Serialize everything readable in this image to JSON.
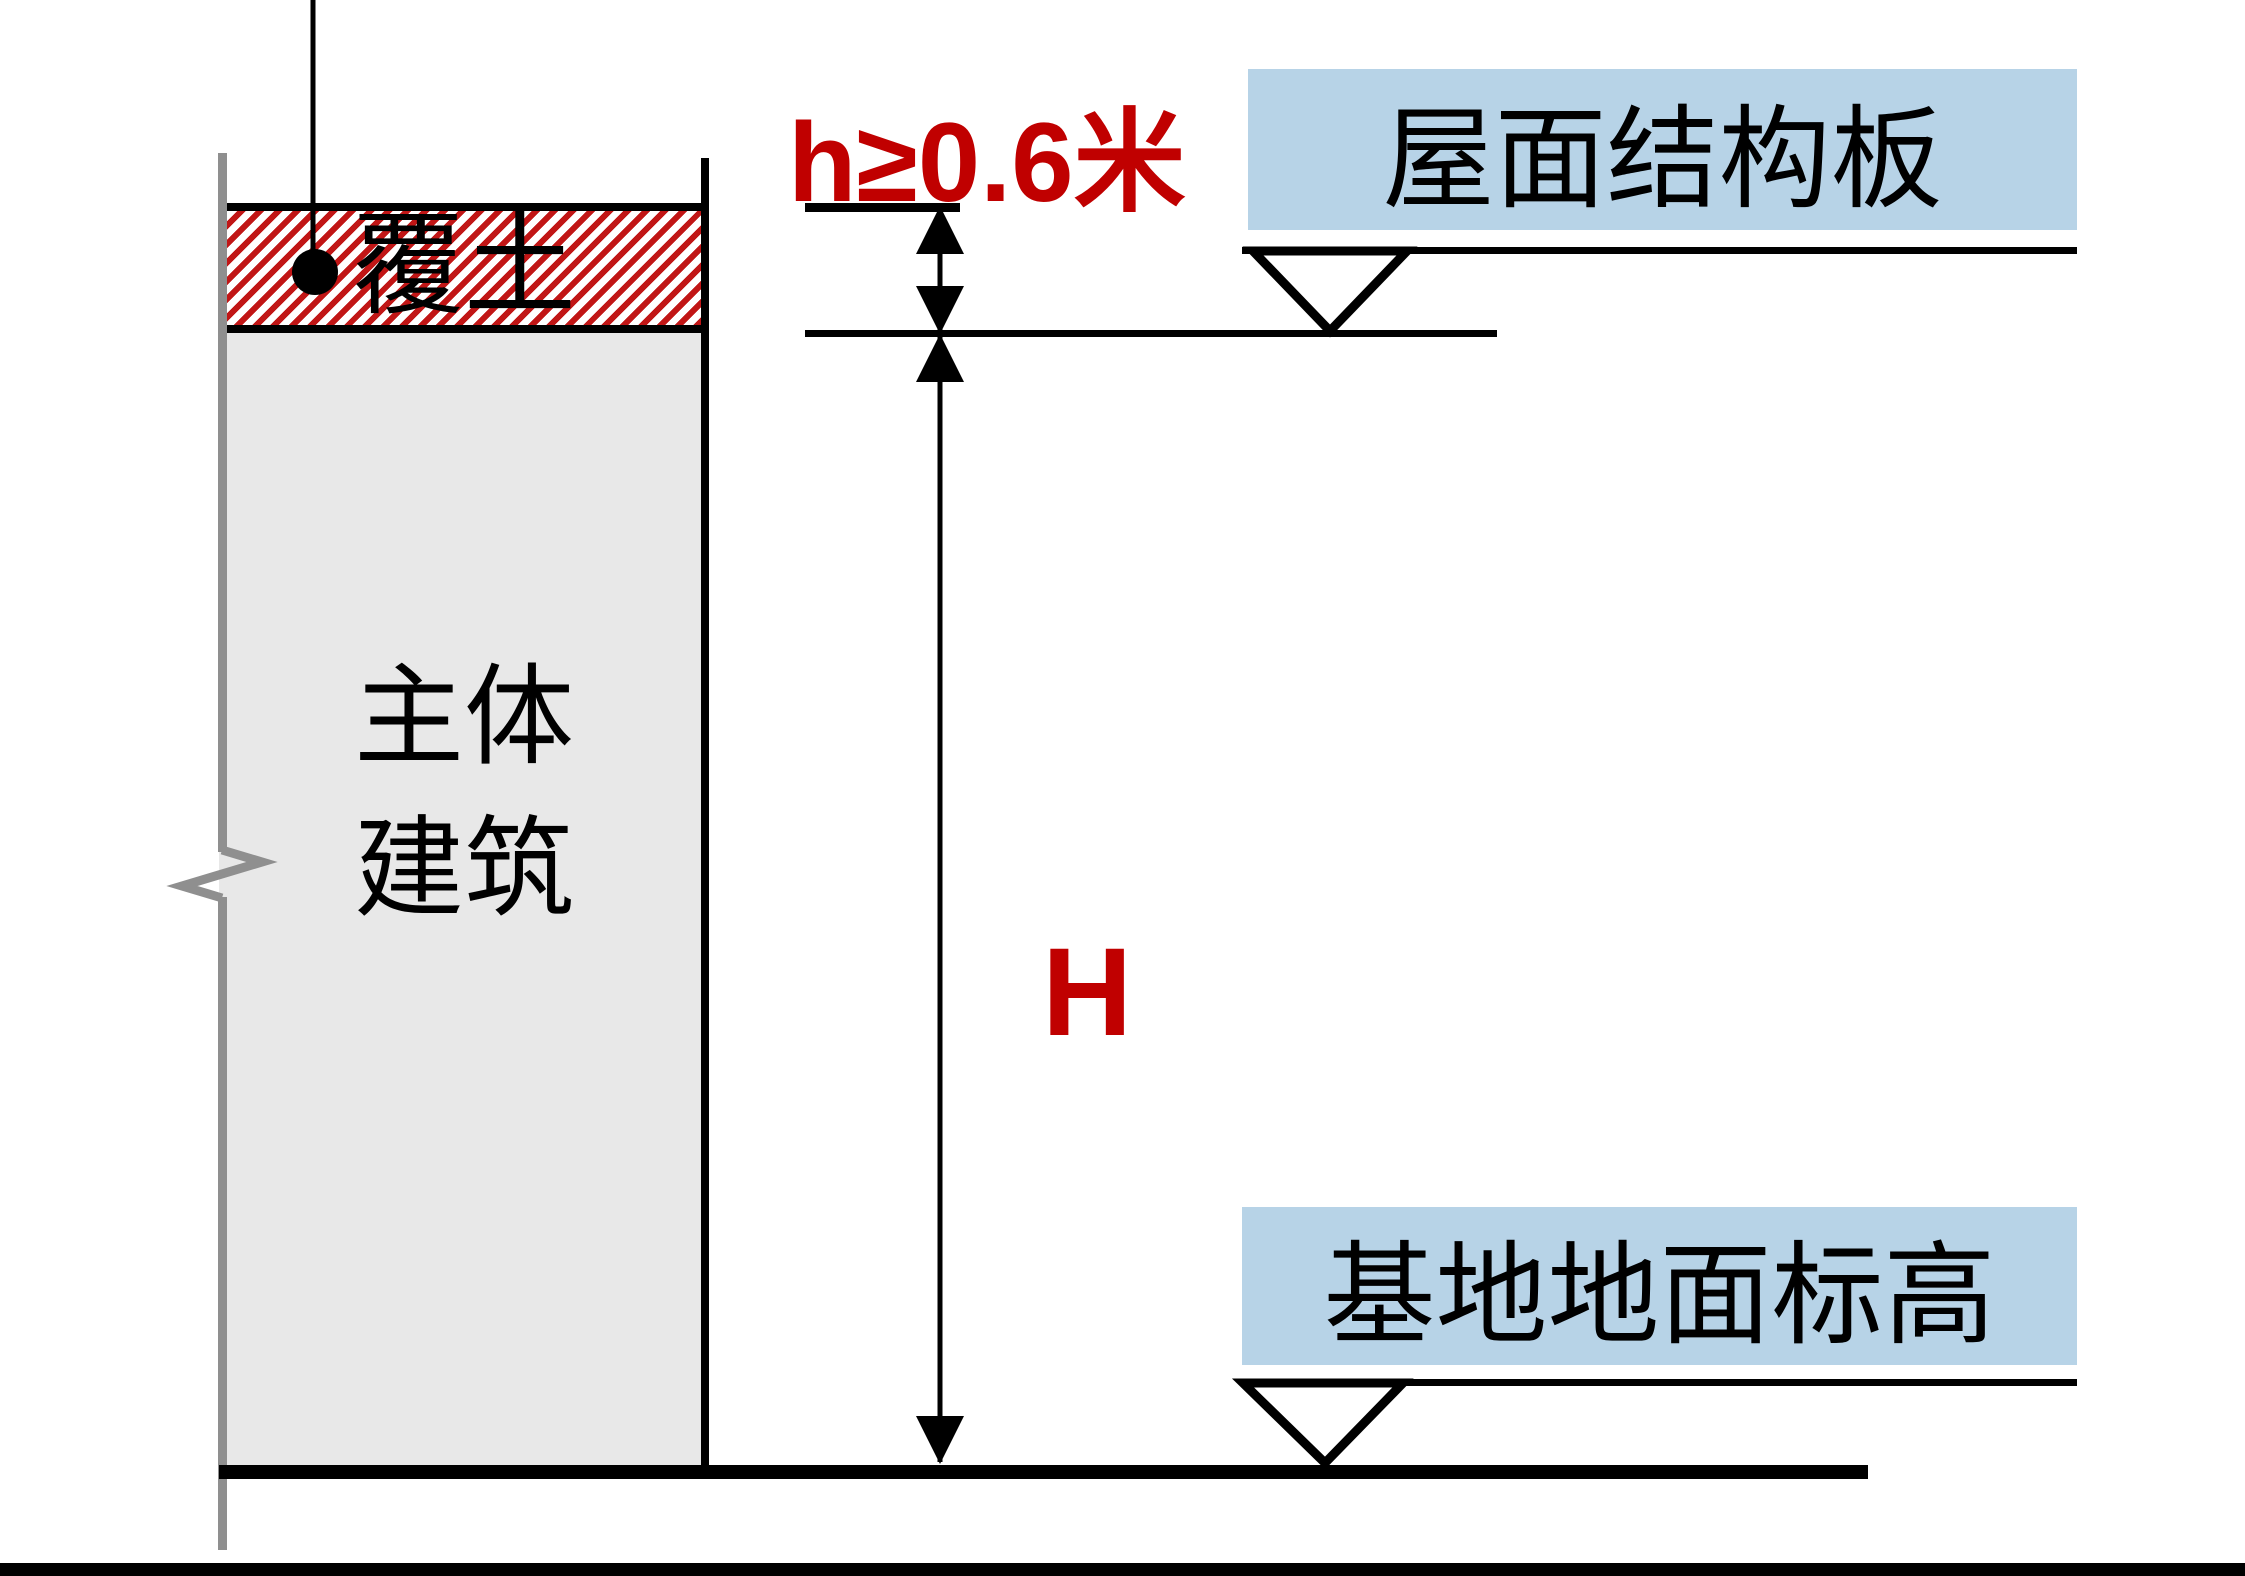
{
  "diagram": {
    "type": "building-height-measurement-diagram",
    "labels": {
      "soil_cover": "覆土",
      "main_building_line1": "主体",
      "main_building_line2": "建筑",
      "roof_callout": "屋面结构板",
      "ground_callout": "基地地面标高"
    },
    "dimensions": {
      "soil_thickness": "h≥0.6米",
      "building_height": "H"
    },
    "icons": {
      "roof_elevation_marker": "elevation-triangle-icon",
      "ground_elevation_marker": "elevation-triangle-icon",
      "wall_break_marker": "break-line-icon",
      "soil_leader_marker": "leader-dot-icon"
    },
    "colors": {
      "accent_red": "#c00000",
      "hatch_red": "#c11616",
      "callout_blue": "#b7d3e7",
      "building_gray": "#e8e8e8",
      "break_line_gray": "#8f8f8f",
      "line_black": "#000000"
    }
  }
}
